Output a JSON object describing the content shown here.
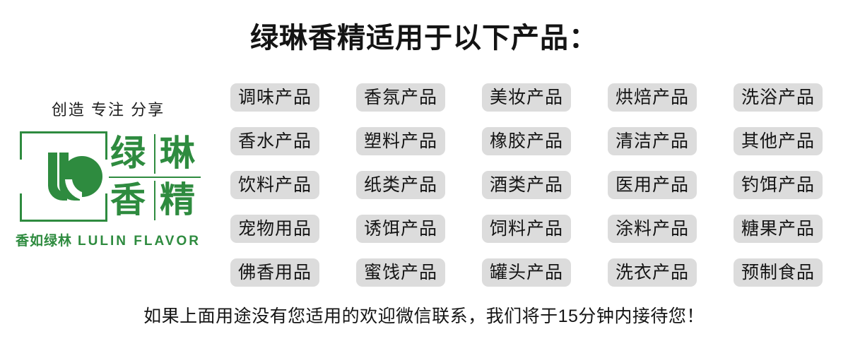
{
  "banner": {
    "title": "绿琳香精适用于以下产品：",
    "caption": "如果上面用途没有您适用的欢迎微信联系，我们将于15分钟内接待您！"
  },
  "brand": {
    "slogan": "创造 专注 分享",
    "wordmark_chars": [
      "绿",
      "琳",
      "香",
      "精"
    ],
    "tagline_cn": "香如绿林",
    "tagline_en": "LULIN FLAVOR",
    "logo_color": "#2e8b3f"
  },
  "colors": {
    "tag_background": "#dcdcdc",
    "text": "#141414",
    "brand_green": "#2e8b3f",
    "page_background": "#ffffff"
  },
  "tags": [
    {
      "label": "调味产品"
    },
    {
      "label": "香氛产品"
    },
    {
      "label": "美妆产品"
    },
    {
      "label": "烘焙产品"
    },
    {
      "label": "洗浴产品"
    },
    {
      "label": "香水产品"
    },
    {
      "label": "塑料产品"
    },
    {
      "label": "橡胶产品"
    },
    {
      "label": "清洁产品"
    },
    {
      "label": "其他产品"
    },
    {
      "label": "饮料产品"
    },
    {
      "label": "纸类产品"
    },
    {
      "label": "酒类产品"
    },
    {
      "label": "医用产品"
    },
    {
      "label": "钓饵产品"
    },
    {
      "label": "宠物用品"
    },
    {
      "label": "诱饵产品"
    },
    {
      "label": "饲料产品"
    },
    {
      "label": "涂料产品"
    },
    {
      "label": "糖果产品"
    },
    {
      "label": "佛香用品"
    },
    {
      "label": "蜜饯产品"
    },
    {
      "label": "罐头产品"
    },
    {
      "label": "洗衣产品"
    },
    {
      "label": "预制食品"
    }
  ]
}
